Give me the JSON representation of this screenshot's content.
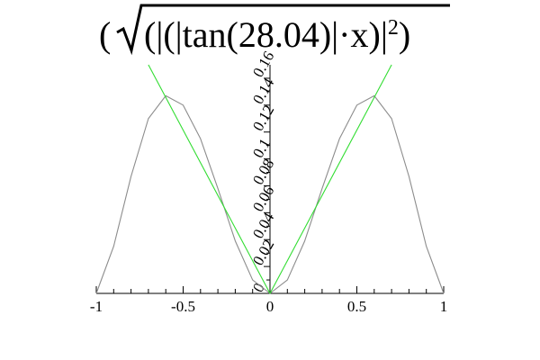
{
  "chart_data": {
    "type": "line",
    "title": {
      "open": "(",
      "body": "(|(|tan(28.04)|·x)|",
      "exponent": "2",
      "close": ")"
    },
    "xlim": [
      -1,
      1
    ],
    "ylim": [
      0,
      0.17
    ],
    "x_ticks": [
      {
        "value": -1,
        "label": "-1"
      },
      {
        "value": -0.5,
        "label": "-0.5"
      },
      {
        "value": 0,
        "label": "0"
      },
      {
        "value": 0.5,
        "label": "0.5"
      },
      {
        "value": 1,
        "label": "1"
      }
    ],
    "y_ticks": [
      {
        "value": 0.02,
        "label": "0.02"
      },
      {
        "value": 0.04,
        "label": "0.04"
      },
      {
        "value": 0.06,
        "label": "0.06"
      },
      {
        "value": 0.08,
        "label": "0.08"
      },
      {
        "value": 0.1,
        "label": "0.1"
      },
      {
        "value": 0.12,
        "label": "0.12"
      },
      {
        "value": 0.14,
        "label": "0.14"
      },
      {
        "value": 0.16,
        "label": "0.16"
      }
    ],
    "origin_label": "0",
    "series": [
      {
        "color": "#8c8c8c",
        "x": [
          -1,
          -0.9,
          -0.8,
          -0.7,
          -0.6,
          -0.5,
          -0.4,
          -0.3,
          -0.2,
          -0.1,
          0,
          0.1,
          0.2,
          0.3,
          0.4,
          0.5,
          0.6,
          0.7,
          0.8,
          0.9,
          1
        ],
        "y": [
          0,
          0.035,
          0.087,
          0.13,
          0.147,
          0.14,
          0.115,
          0.078,
          0.039,
          0.01,
          0,
          0.01,
          0.039,
          0.078,
          0.115,
          0.14,
          0.147,
          0.13,
          0.087,
          0.035,
          0
        ]
      },
      {
        "color": "#33dd33",
        "x": [
          -0.7,
          0,
          0.7
        ],
        "y": [
          0.17,
          0,
          0.17
        ]
      }
    ]
  }
}
